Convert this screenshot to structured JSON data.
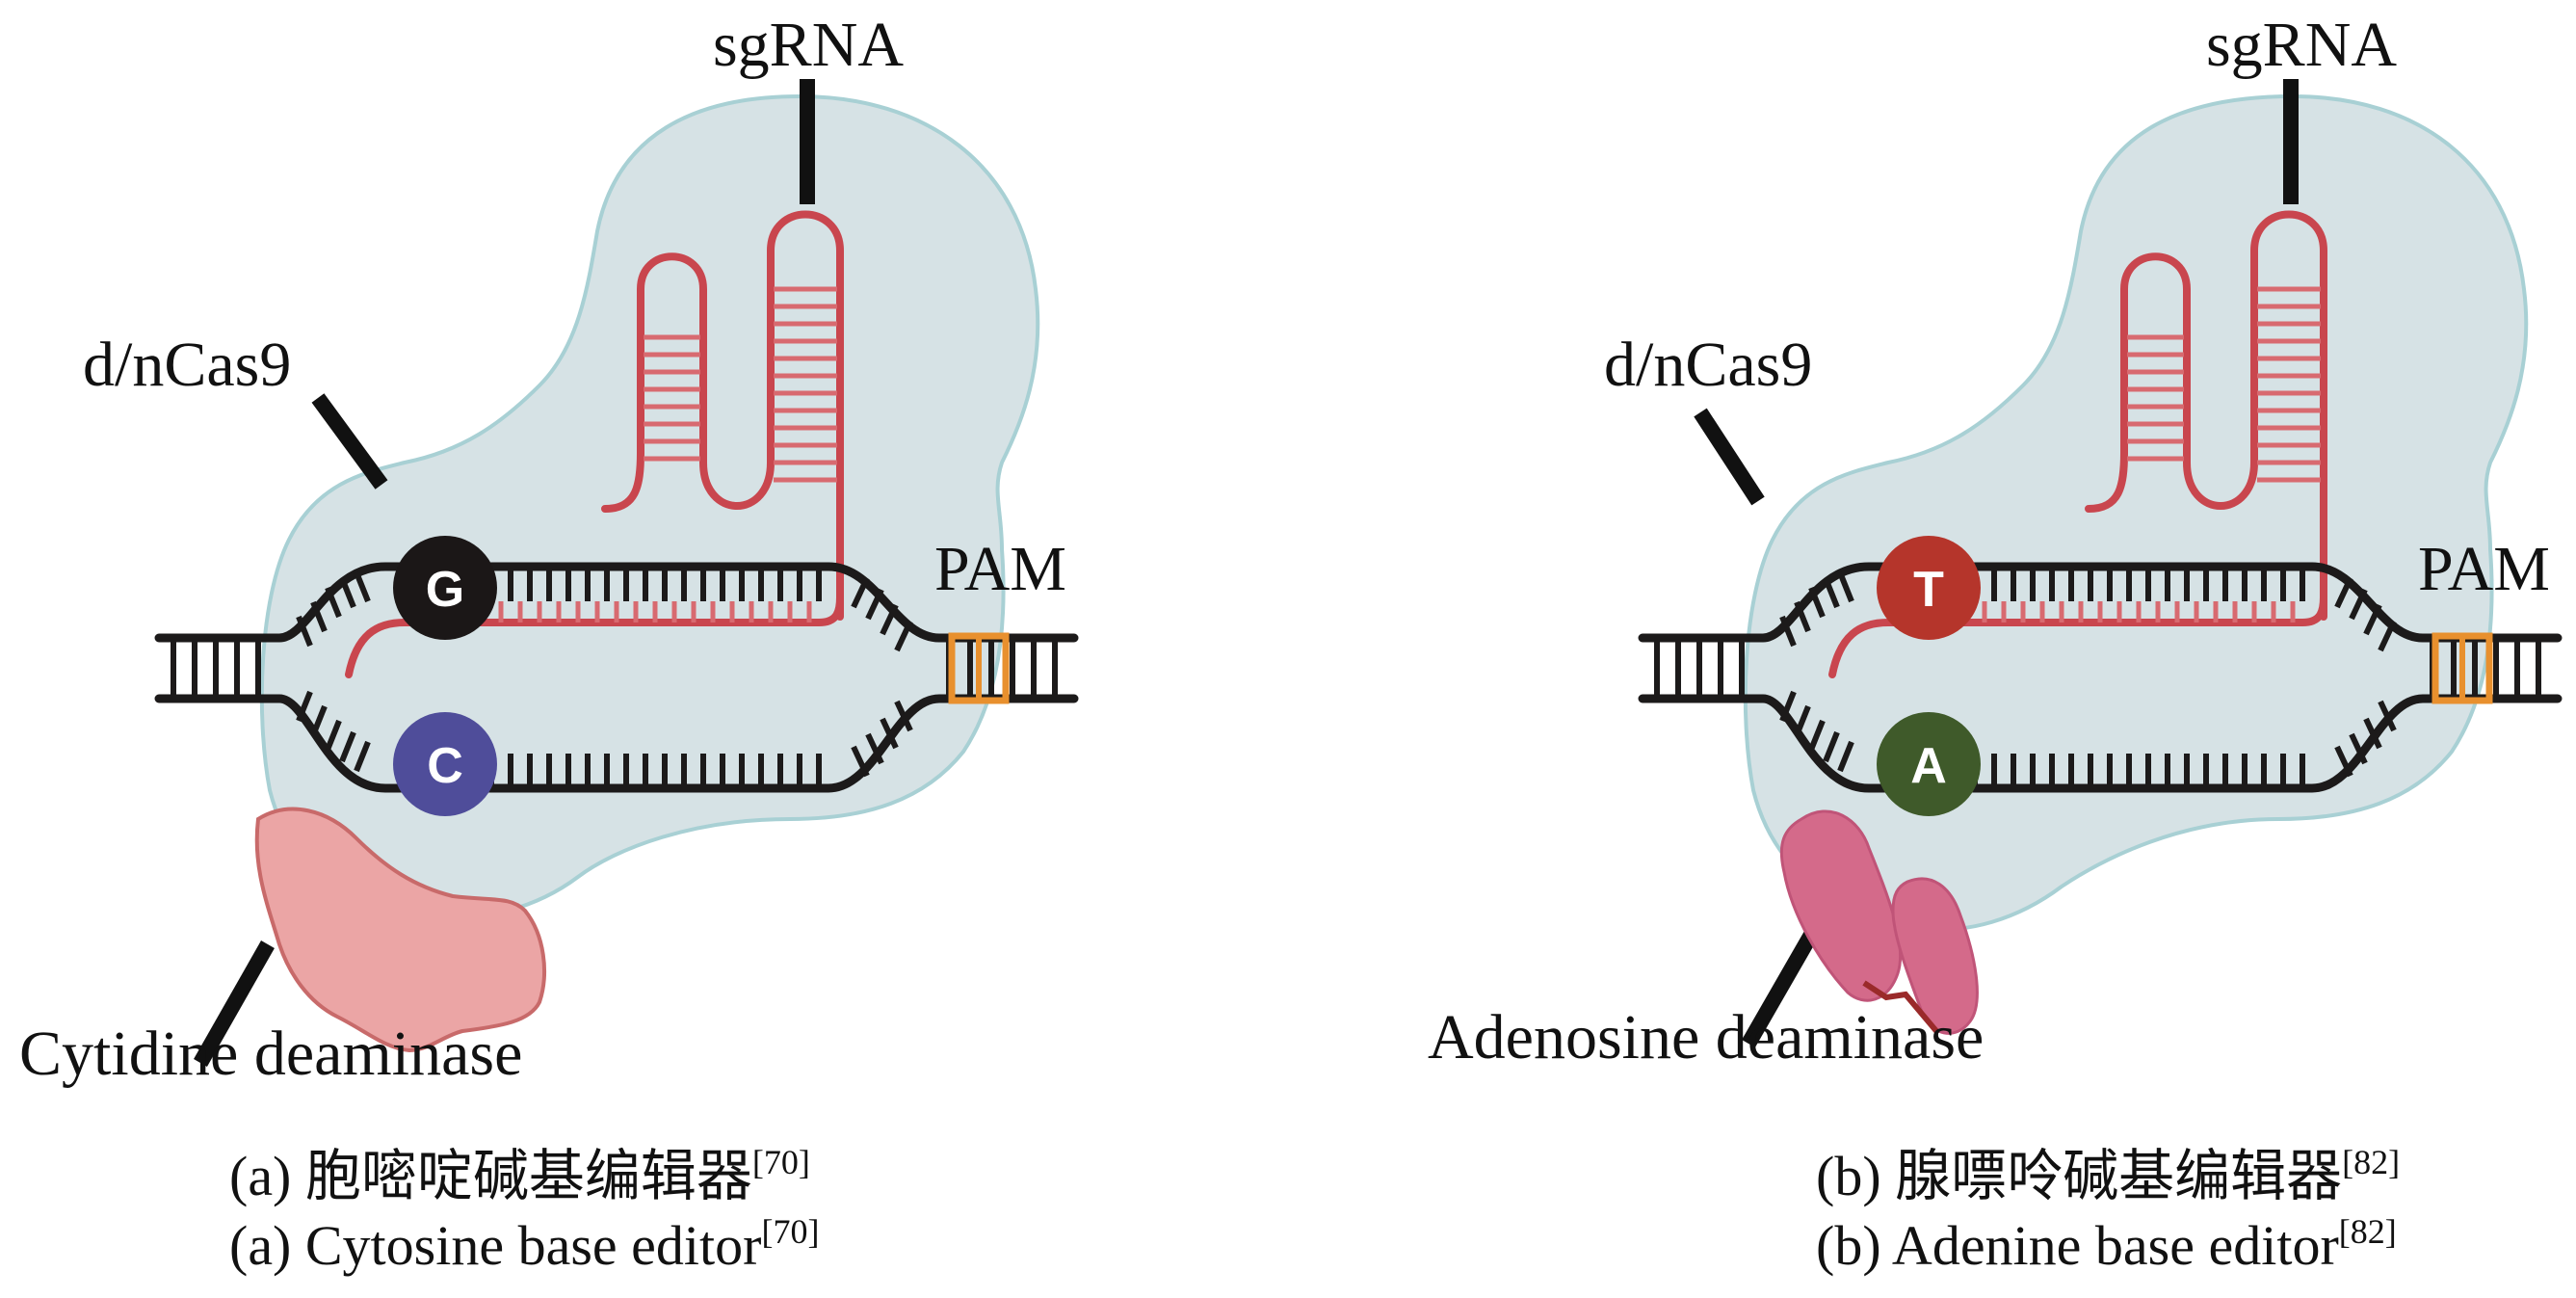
{
  "figure": {
    "panels": [
      {
        "id": "a",
        "labels": {
          "sgrna": "sgRNA",
          "cas9": "d/nCas9",
          "pam": "PAM",
          "deaminase": "Cytidine deaminase"
        },
        "bases": [
          {
            "letter": "G",
            "strand": "top",
            "color": "#1b1717"
          },
          {
            "letter": "C",
            "strand": "bottom",
            "color": "#4f4d9a"
          }
        ],
        "deaminase_color": "#eba5a5",
        "deaminase_type": "single-domain",
        "caption_cn": "(a) 胞嘧啶碱基编辑器",
        "caption_en": "(a) Cytosine base editor",
        "ref": "[70]"
      },
      {
        "id": "b",
        "labels": {
          "sgrna": "sgRNA",
          "cas9": "d/nCas9",
          "pam": "PAM",
          "deaminase": "Adenosine deaminase"
        },
        "bases": [
          {
            "letter": "T",
            "strand": "top",
            "color": "#b5352b"
          },
          {
            "letter": "A",
            "strand": "bottom",
            "color": "#3f5a2a"
          }
        ],
        "deaminase_color": "#d46a8a",
        "deaminase_type": "dimer",
        "caption_cn": "(b) 腺嘌呤碱基编辑器",
        "caption_en": "(b) Adenine base editor",
        "ref": "[82]"
      }
    ],
    "colors": {
      "cas9_fill": "#d6e2e5",
      "cas9_outline": "#a8d0d4",
      "dna": "#1c1a1a",
      "rna": "#c9464e",
      "pam": "#e8902e"
    }
  }
}
